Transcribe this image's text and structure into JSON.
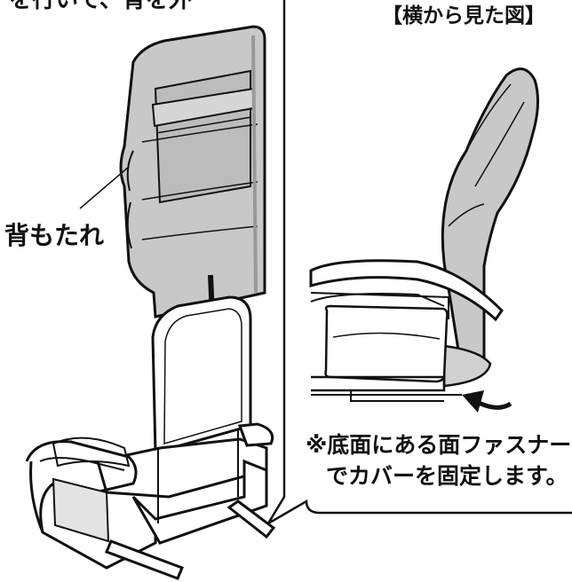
{
  "labels": {
    "top_left_fragment": "を行いて、背を外",
    "side_view_title": "【横から見た図】",
    "backrest_label": "背もたれ",
    "note_line1": "※底面にある面ファスナー",
    "note_line2": "でカバーを固定します。"
  },
  "colors": {
    "cover_gray": "#c8c8c8",
    "cover_gray_dark": "#b0b0b0",
    "line": "#111111",
    "frame_white": "#ffffff"
  }
}
